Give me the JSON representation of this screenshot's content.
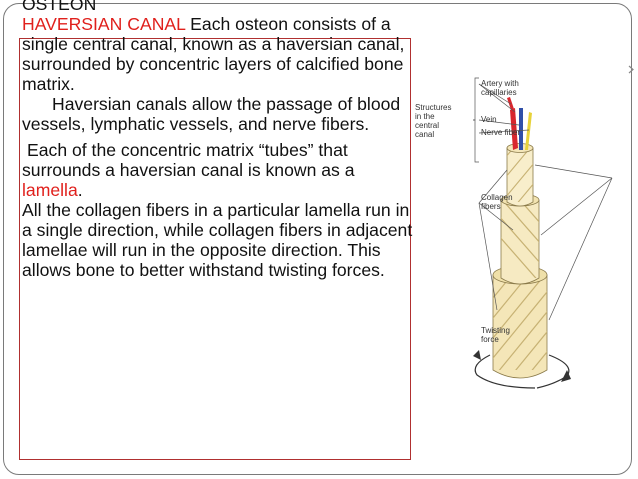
{
  "slide": {
    "heading": "OSTEON",
    "term_haversian": "HAVERSIAN CANAL",
    "p1_rest": "  Each osteon consists of a single central canal, known as a haversian canal, surrounded by concentric layers of calcified  bone matrix.",
    "p2": "Haversian canals allow the passage of   blood vessels, lymphatic vessels, and nerve fibers.",
    "p3_before": "Each of the concentric matrix “tubes” that surrounds a haversian canal is known as a ",
    "term_lamella": "lamella",
    "p3_after": ".",
    "p4": "All the collagen fibers in a particular lamella run in a single direction, while collagen fibers in adjacent lamellae will run in the opposite direction.  This allows bone to better withstand twisting forces."
  },
  "figure": {
    "label_structures": [
      "Structures",
      "in the",
      "central",
      "canal"
    ],
    "label_artery": [
      "Artery with",
      "capillaries"
    ],
    "label_vein": "Vein",
    "label_nerve": "Nerve fiber",
    "label_collagen": [
      "Collagen",
      "fibers"
    ],
    "label_twisting": [
      "Twisting",
      "force"
    ]
  },
  "colors": {
    "accent_red": "#e0201c",
    "box_border": "#b03030",
    "cylinder_fill": "#f4e6b8",
    "stripe": "#c7b274",
    "artery": "#d8272e",
    "vein": "#2f4fa8",
    "nerve": "#e7d23a"
  }
}
